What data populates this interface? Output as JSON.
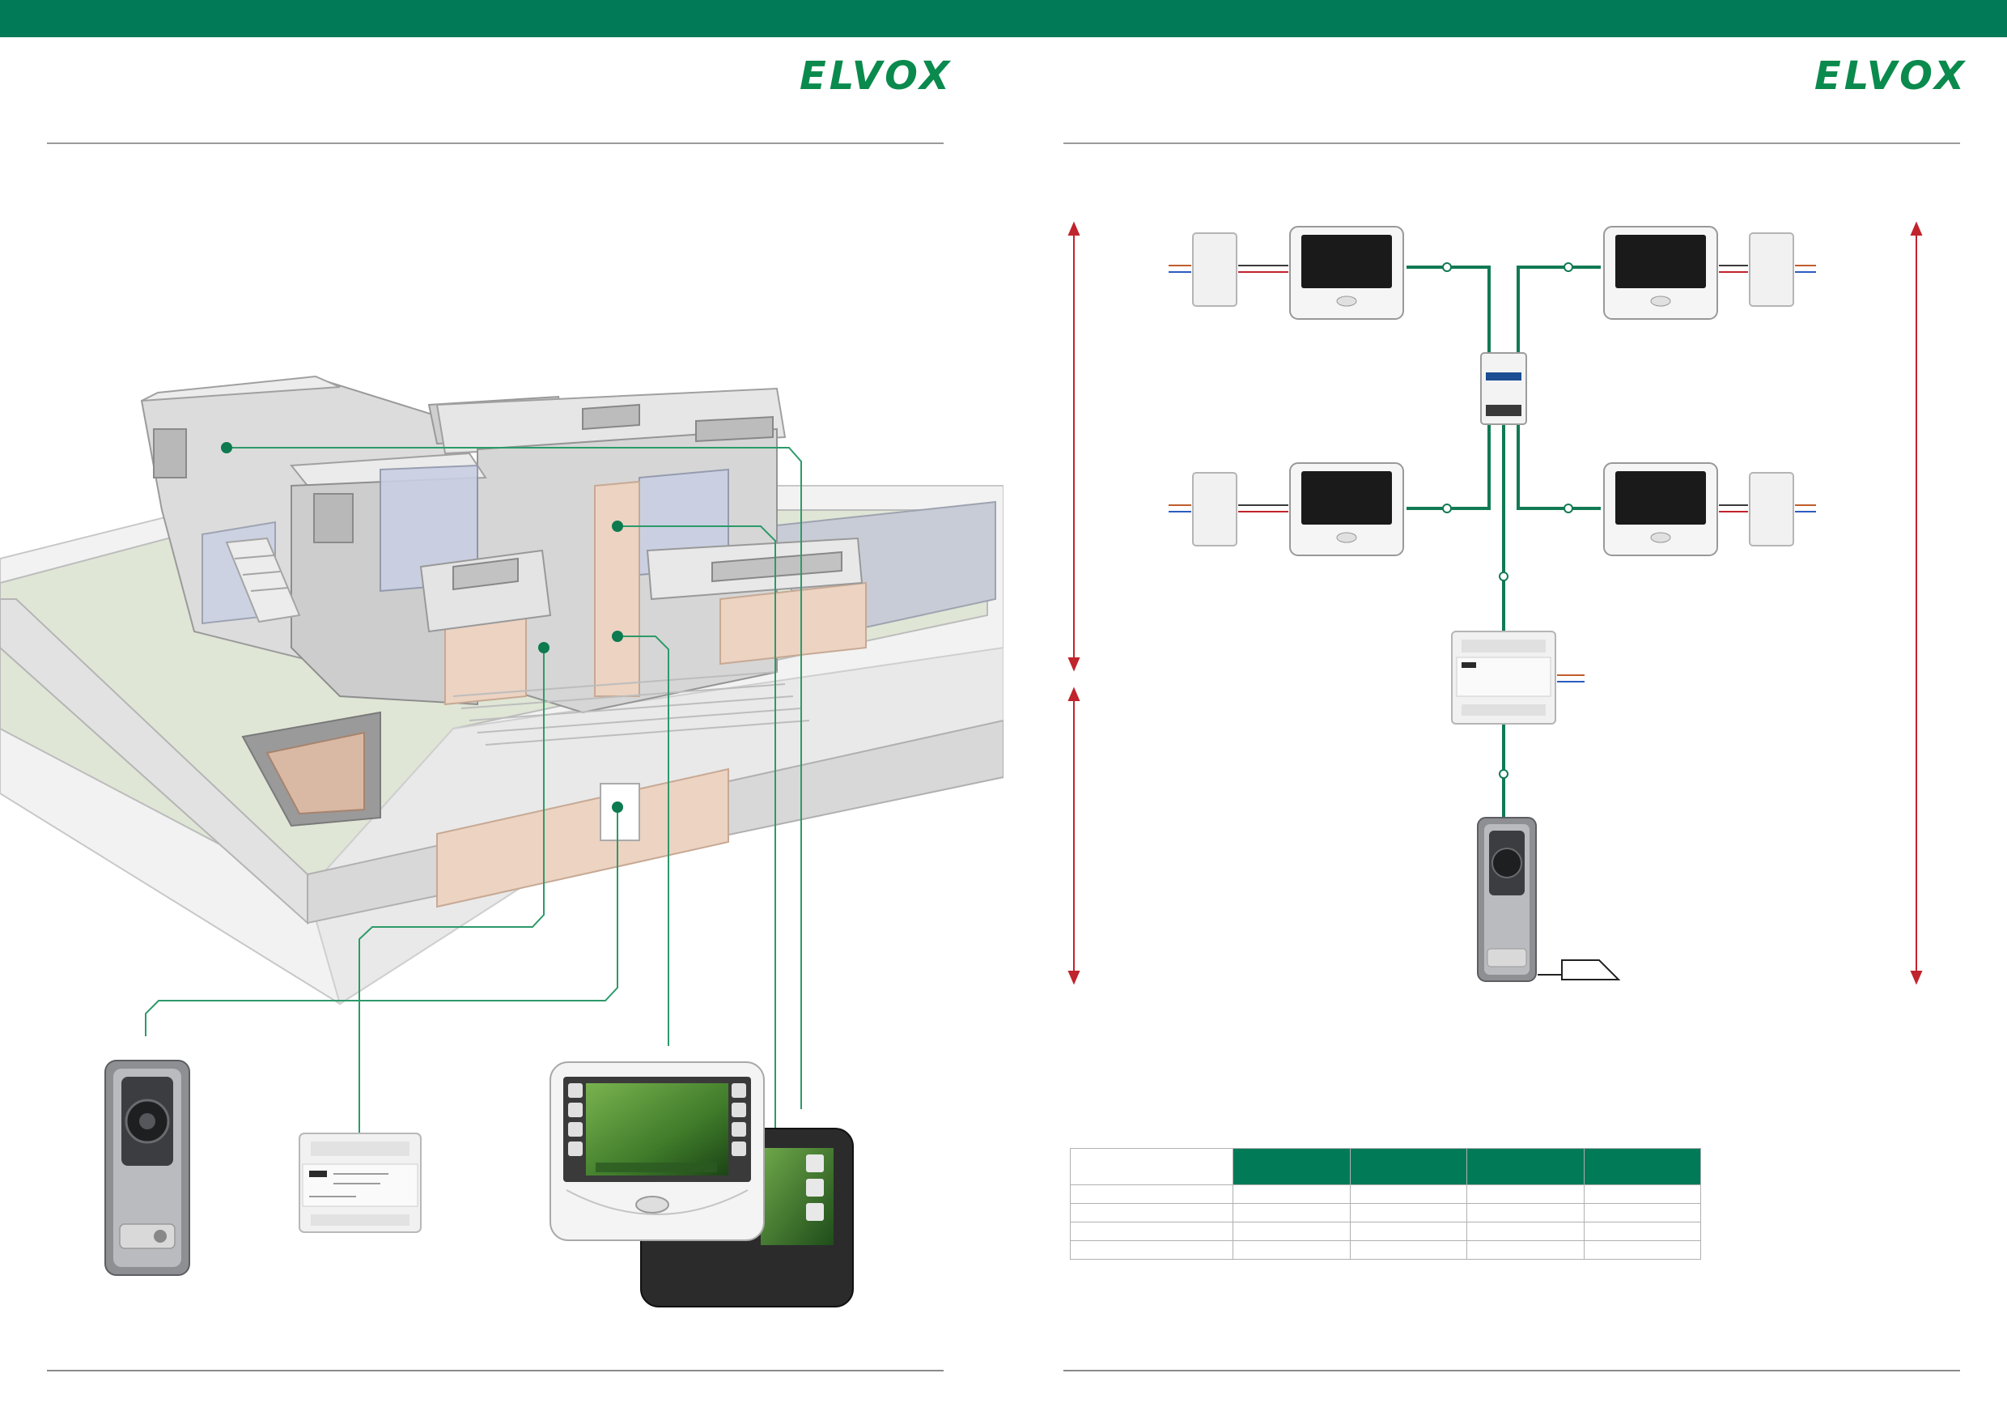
{
  "brand": {
    "logo_left": "ELVOX",
    "logo_right": "ELVOX",
    "accent_color": "#007a57",
    "logo_color": "#0b8a4e",
    "arrow_color": "#c0242c"
  },
  "left_page": {
    "illustration": "3d-house-cutaway",
    "devices": [
      "door-entry-panel",
      "power-supply-unit",
      "video-monitor-white",
      "video-monitor-black"
    ]
  },
  "right_page": {
    "diagram": {
      "monitors": 4,
      "modules": [
        "distributor",
        "power-supply",
        "door-panel",
        "lock"
      ]
    },
    "table": {
      "header_columns": [
        "",
        "",
        "",
        "",
        ""
      ],
      "rows": [
        [
          "",
          "",
          "",
          "",
          ""
        ],
        [
          "",
          "",
          "",
          "",
          ""
        ],
        [
          "",
          "",
          "",
          "",
          ""
        ],
        [
          "",
          "",
          "",
          "",
          ""
        ]
      ]
    }
  }
}
